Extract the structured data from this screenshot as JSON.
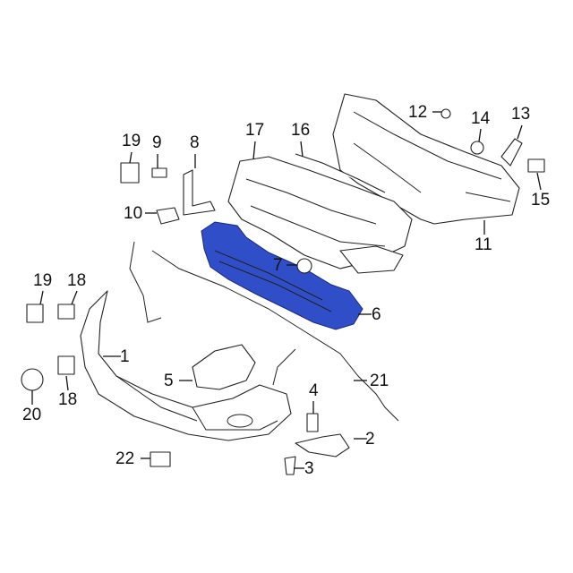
{
  "accent_color": "#2f4ec7",
  "callouts": [
    {
      "id": "c1",
      "text": "1",
      "part": "bumper-cover"
    },
    {
      "id": "c2",
      "text": "2",
      "part": "bracket"
    },
    {
      "id": "c3",
      "text": "3",
      "part": "bolt"
    },
    {
      "id": "c4",
      "text": "4",
      "part": "clip"
    },
    {
      "id": "c5",
      "text": "5",
      "part": "bracket"
    },
    {
      "id": "c6",
      "text": "6",
      "part": "reinforcement",
      "highlighted": true
    },
    {
      "id": "c7",
      "text": "7",
      "part": "nut"
    },
    {
      "id": "c8",
      "text": "8",
      "part": "bracket"
    },
    {
      "id": "c9",
      "text": "9",
      "part": "bolt"
    },
    {
      "id": "c10",
      "text": "10",
      "part": "retainer"
    },
    {
      "id": "c11",
      "text": "11",
      "part": "upper-cover"
    },
    {
      "id": "c12",
      "text": "12",
      "part": "push-pin"
    },
    {
      "id": "c13",
      "text": "13",
      "part": "bracket"
    },
    {
      "id": "c14",
      "text": "14",
      "part": "nut"
    },
    {
      "id": "c15",
      "text": "15",
      "part": "clip"
    },
    {
      "id": "c16",
      "text": "16",
      "part": "seal"
    },
    {
      "id": "c17",
      "text": "17",
      "part": "absorber"
    },
    {
      "id": "c18a",
      "text": "18",
      "part": "sensor"
    },
    {
      "id": "c18b",
      "text": "18",
      "part": "sensor"
    },
    {
      "id": "c19a",
      "text": "19",
      "part": "retainer"
    },
    {
      "id": "c19b",
      "text": "19",
      "part": "retainer"
    },
    {
      "id": "c20",
      "text": "20",
      "part": "bezel"
    },
    {
      "id": "c21",
      "text": "21",
      "part": "wiring-harness"
    },
    {
      "id": "c22",
      "text": "22",
      "part": "sensor"
    }
  ]
}
